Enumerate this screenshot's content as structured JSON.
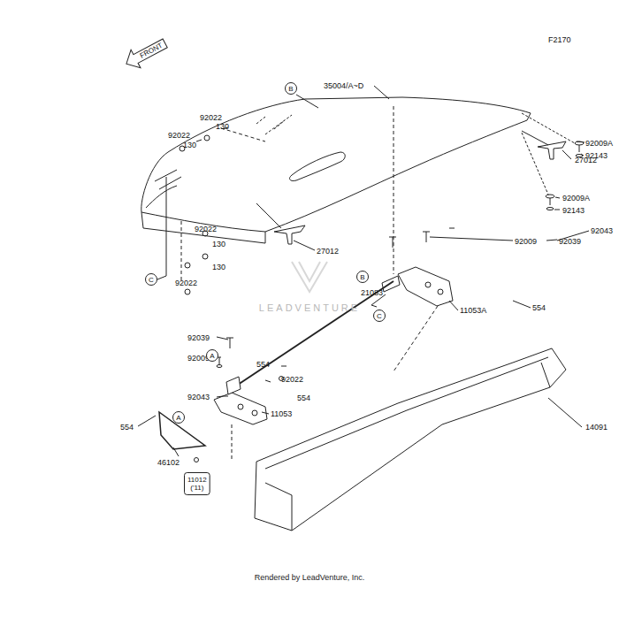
{
  "diagram": {
    "nodes": [
      {
        "text": [
          "FRONT"
        ]
      },
      {
        "text": [
          "B"
        ]
      },
      {
        "text": [
          "C"
        ]
      },
      {
        "text": [
          "B"
        ]
      },
      {
        "text": [
          "C"
        ]
      },
      {
        "text": [
          "A"
        ]
      },
      {
        "text": [
          "A"
        ]
      },
      {
        "text": [
          "11012",
          "('11)"
        ]
      }
    ],
    "labels": [
      "F2170",
      "92009A",
      "92143",
      "35004/A~D",
      "92022",
      "130",
      "92022",
      "130",
      "27012",
      "92009A",
      "92143",
      "92022",
      "130",
      "130",
      "92022",
      "27012",
      "92043",
      "92039",
      "92009",
      "554",
      "11053A",
      "21083",
      "92039",
      "92009",
      "554",
      "92022",
      "554",
      "92043",
      "11053",
      "14091",
      "554",
      "46102",
      "Rendered by LeadVenture, Inc.",
      "LEADVENTURE"
    ]
  }
}
